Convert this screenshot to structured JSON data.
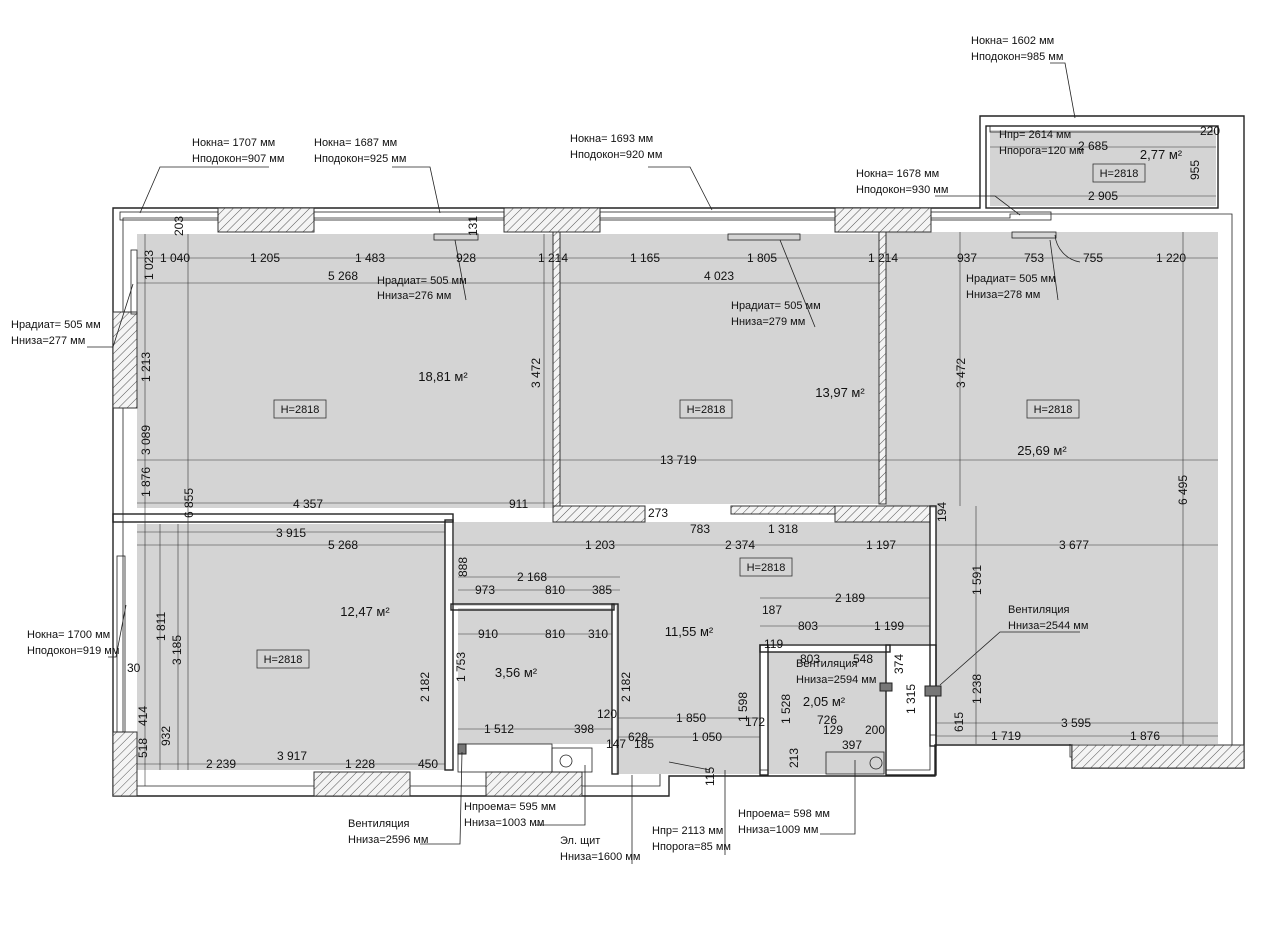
{
  "height_label": "H=2818",
  "rooms": [
    {
      "id": "room-1",
      "area": "18,81 м²"
    },
    {
      "id": "room-2",
      "area": "13,97 м²"
    },
    {
      "id": "room-3",
      "area": "25,69 м²"
    },
    {
      "id": "room-4",
      "area": "12,47 м²"
    },
    {
      "id": "room-5",
      "area": "3,56 м²"
    },
    {
      "id": "room-6",
      "area": "11,55 м²"
    },
    {
      "id": "room-7",
      "area": "2,05 м²"
    },
    {
      "id": "balcony",
      "area": "2,77 м²"
    }
  ],
  "window_notes": [
    {
      "l1": "Hокна= 1707 мм",
      "l2": "Hподокон=907 мм"
    },
    {
      "l1": "Hокна= 1687 мм",
      "l2": "Hподокон=925 мм"
    },
    {
      "l1": "Hокна= 1693 мм",
      "l2": "Hподокон=920 мм"
    },
    {
      "l1": "Hокна= 1678 мм",
      "l2": "Hподокон=930 мм"
    },
    {
      "l1": "Hокна= 1602 мм",
      "l2": "Hподокон=985 мм"
    },
    {
      "l1": "Hокна= 1700 мм",
      "l2": "Hподокон=919 мм"
    }
  ],
  "radiator_notes": [
    {
      "l1": "Hрадиат= 505 мм",
      "l2": "Hниза=277 мм"
    },
    {
      "l1": "Hрадиат= 505 мм",
      "l2": "Hниза=276 мм"
    },
    {
      "l1": "Hрадиат= 505 мм",
      "l2": "Hниза=279 мм"
    },
    {
      "l1": "Hрадиат= 505 мм",
      "l2": "Hниза=278 мм"
    }
  ],
  "balcony_door": {
    "l1": "Hпр= 2614 мм",
    "l2": "Hпорога=120 мм"
  },
  "ventilation": [
    {
      "l1": "Вентиляция",
      "l2": "Hниза=2544 мм"
    },
    {
      "l1": "Вентиляция",
      "l2": "Hниза=2594 мм"
    },
    {
      "l1": "Вентиляция",
      "l2": "Hниза=2596 мм"
    }
  ],
  "openings": [
    {
      "l1": "Hпроема= 595 мм",
      "l2": "Hниза=1003 мм"
    },
    {
      "l1": "Hпроема= 598 мм",
      "l2": "Hниза=1009 мм"
    }
  ],
  "entrance": {
    "l1": "Hпр= 2113 мм",
    "l2": "Hпорога=85 мм"
  },
  "panel": {
    "l1": "Эл. щит",
    "l2": "Hниза=1600 мм"
  },
  "dims": {
    "d1040": "1 040",
    "d1205": "1 205",
    "d1483": "1 483",
    "d928": "928",
    "d1214a": "1 214",
    "d1165": "1 165",
    "d1805": "1 805",
    "d1214b": "1 214",
    "d937": "937",
    "d753": "753",
    "d755": "755",
    "d1220": "1 220",
    "d5268a": "5 268",
    "d4023": "4 023",
    "d13719": "13 719",
    "d4357": "4 357",
    "d911": "911",
    "d3472a": "3 472",
    "d3472b": "3 472",
    "d6495": "6 495",
    "d1023": "1 023",
    "d1213": "1 213",
    "d3089": "3 089",
    "d1876a": "1 876",
    "d6855": "6 855",
    "d203": "203",
    "d131": "131",
    "d273": "273",
    "d783": "783",
    "d1318": "1 318",
    "d194": "194",
    "d3915": "3 915",
    "d5268b": "5 268",
    "d1203": "1 203",
    "d2374": "2 374",
    "d1197": "1 197",
    "d3677": "3 677",
    "d888": "888",
    "d2168": "2 168",
    "d973": "973",
    "d810a": "810",
    "d385": "385",
    "d2189": "2 189",
    "d187": "187",
    "d803a": "803",
    "d1199": "1 199",
    "d1591": "1 591",
    "d910": "910",
    "d810b": "810",
    "d310": "310",
    "d119": "119",
    "d803b": "803",
    "d548": "548",
    "d374": "374",
    "d1811": "1 811",
    "d3185": "3 185",
    "d30": "30",
    "d1753": "1 753",
    "d2182a": "2 182",
    "d2182b": "2 182",
    "d1598": "1 598",
    "d1528": "1 528",
    "d1315": "1 315",
    "d1238": "1 238",
    "d615": "615",
    "d1512": "1 512",
    "d398a": "398",
    "d120": "120",
    "d1850": "1 850",
    "d172": "172",
    "d726": "726",
    "d129": "129",
    "d200": "200",
    "d397": "397",
    "d3595": "3 595",
    "d1719": "1 719",
    "d1876b": "1 876",
    "d628": "628",
    "d1050": "1 050",
    "d147": "147",
    "d185": "185",
    "d414": "414",
    "d518": "518",
    "d932": "932",
    "d2239": "2 239",
    "d3917": "3 917",
    "d1228": "1 228",
    "d450": "450",
    "d213": "213",
    "d115": "115",
    "d2685": "2 685",
    "d2905": "2 905",
    "d955": "955",
    "d220": "220"
  },
  "colors": {
    "room_fill": "#d4d4d4",
    "wall": "#222222"
  }
}
